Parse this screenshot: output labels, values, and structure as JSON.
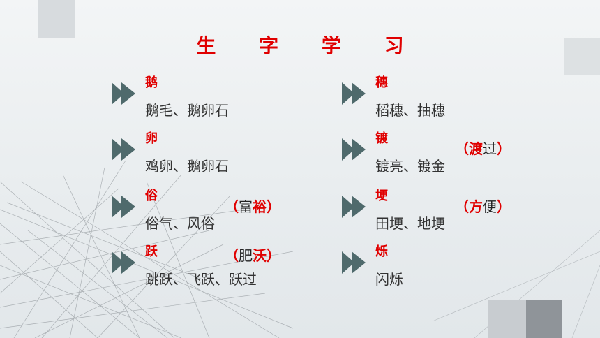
{
  "title": "生 字 学 习",
  "colors": {
    "accent": "#e00000",
    "text": "#333333",
    "arrow": "#4f6a6c"
  },
  "left_column": [
    {
      "char": "鹅",
      "words": "鹅毛、鹅卵石"
    },
    {
      "char": "卵",
      "words": "鸡卵、鹅卵石"
    },
    {
      "char": "俗",
      "words": "俗气、风俗"
    },
    {
      "char": "跃",
      "words": "跳跃、飞跃、跃过"
    }
  ],
  "right_column": [
    {
      "char": "穗",
      "words": "稻穗、抽穗"
    },
    {
      "char": "镀",
      "words": "镀亮、镀金"
    },
    {
      "char": "埂",
      "words": "田埂、地埂"
    },
    {
      "char": "烁",
      "words": "闪烁"
    }
  ],
  "notes": {
    "fu": {
      "open": "（",
      "a": "富",
      "b": "裕",
      "close": "）"
    },
    "fei": {
      "open": "（",
      "a": "肥",
      "b": "沃",
      "close": "）"
    },
    "du": {
      "open": "（",
      "a": "渡",
      "b": "过",
      "close": "）"
    },
    "fang": {
      "open": "（",
      "a": "方",
      "b": "便",
      "close": "）"
    }
  }
}
